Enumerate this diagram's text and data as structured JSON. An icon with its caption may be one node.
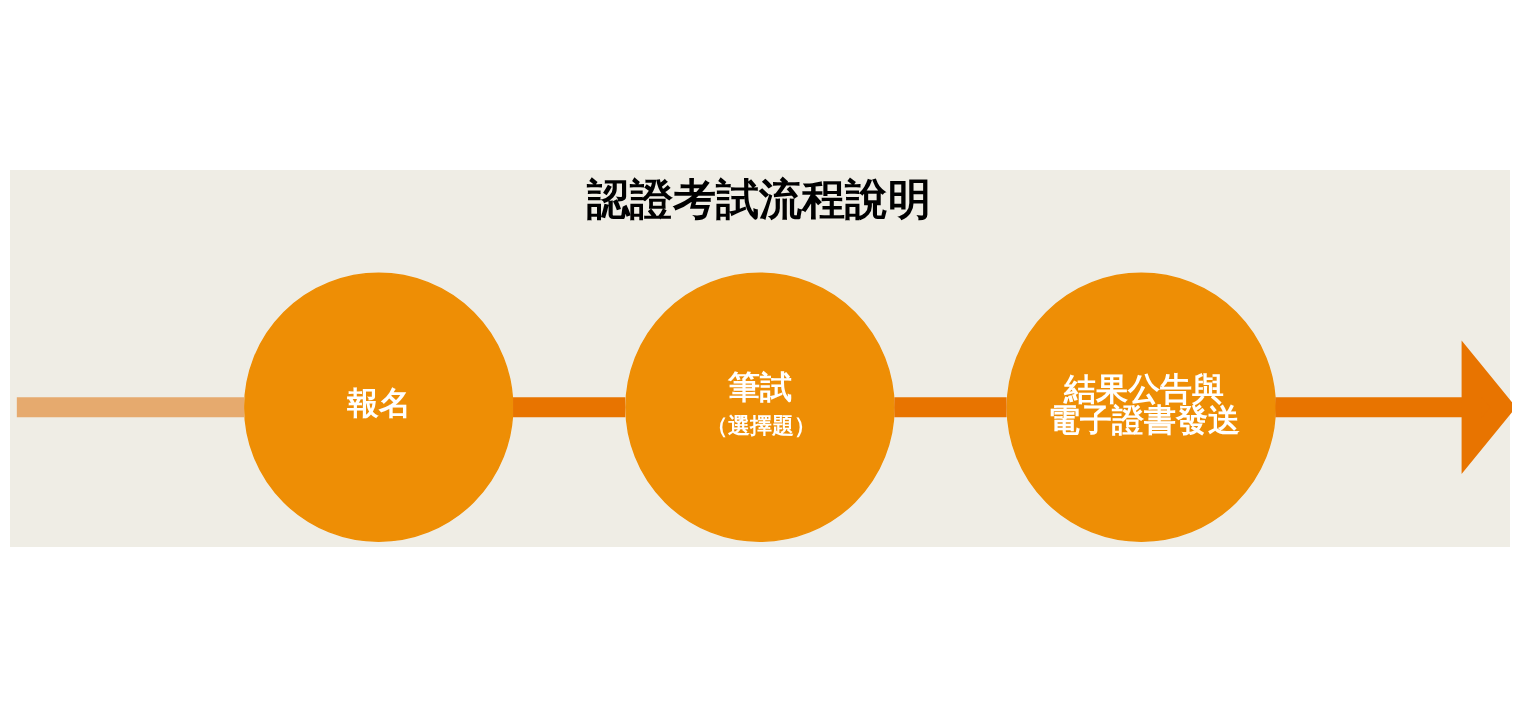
{
  "diagram": {
    "title": "認證考試流程說明",
    "nodes": [
      {
        "text": [
          "報名"
        ]
      },
      {
        "text": [
          "筆試",
          "（選擇題）"
        ]
      },
      {
        "text": [
          "結果公告與電子證書發送"
        ]
      }
    ],
    "edges": [
      {
        "from": null,
        "to": 0,
        "arrow": "none",
        "color": "#e6aa6e"
      },
      {
        "from": 0,
        "to": 1,
        "arrow": "none"
      },
      {
        "from": 1,
        "to": 2,
        "arrow": "none"
      },
      {
        "from": 2,
        "to": null,
        "arrow": "to"
      }
    ]
  }
}
